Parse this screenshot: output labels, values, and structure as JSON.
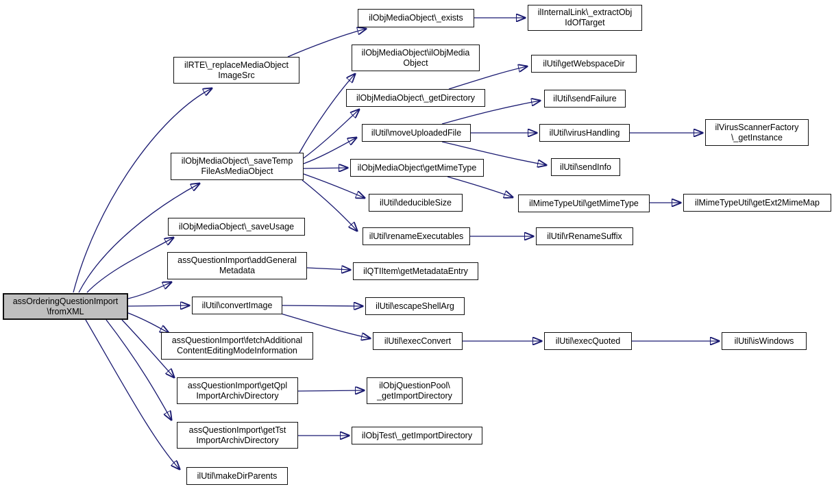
{
  "diagram": {
    "type": "call-graph",
    "colors": {
      "background": "#ffffff",
      "node_fill": "#ffffff",
      "node_border": "#101010",
      "root_fill": "#bfbfbf",
      "edge": "#191970"
    },
    "nodes": [
      {
        "id": "fromXML",
        "label": "assOrderingQuestionImport\n\\fromXML",
        "root": true
      },
      {
        "id": "replaceMediaObjectImageSrc",
        "label": "ilRTE\\_replaceMediaObject\nImageSrc"
      },
      {
        "id": "exists",
        "label": "ilObjMediaObject\\_exists"
      },
      {
        "id": "extractObjIdOfTarget",
        "label": "ilInternalLink\\_extractObj\nIdOfTarget"
      },
      {
        "id": "ilObjMediaObjectCtor",
        "label": "ilObjMediaObject\\ilObjMedia\nObject"
      },
      {
        "id": "getWebspaceDir",
        "label": "ilUtil\\getWebspaceDir"
      },
      {
        "id": "getDirectory",
        "label": "ilObjMediaObject\\_getDirectory"
      },
      {
        "id": "sendFailure",
        "label": "ilUtil\\sendFailure"
      },
      {
        "id": "moveUploadedFile",
        "label": "ilUtil\\moveUploadedFile"
      },
      {
        "id": "virusHandling",
        "label": "ilUtil\\virusHandling"
      },
      {
        "id": "virusScannerGetInstance",
        "label": "ilVirusScannerFactory\n\\_getInstance"
      },
      {
        "id": "saveTempFileAsMediaObject",
        "label": "ilObjMediaObject\\_saveTemp\nFileAsMediaObject"
      },
      {
        "id": "objGetMimeType",
        "label": "ilObjMediaObject\\getMimeType"
      },
      {
        "id": "sendInfo",
        "label": "ilUtil\\sendInfo"
      },
      {
        "id": "deducibleSize",
        "label": "ilUtil\\deducibleSize"
      },
      {
        "id": "mimeGetMimeType",
        "label": "ilMimeTypeUtil\\getMimeType"
      },
      {
        "id": "getExt2MimeMap",
        "label": "ilMimeTypeUtil\\getExt2MimeMap"
      },
      {
        "id": "saveUsage",
        "label": "ilObjMediaObject\\_saveUsage"
      },
      {
        "id": "renameExecutables",
        "label": "ilUtil\\renameExecutables"
      },
      {
        "id": "rRenameSuffix",
        "label": "ilUtil\\rRenameSuffix"
      },
      {
        "id": "addGeneralMetadata",
        "label": "assQuestionImport\\addGeneral\nMetadata"
      },
      {
        "id": "getMetadataEntry",
        "label": "ilQTIItem\\getMetadataEntry"
      },
      {
        "id": "convertImage",
        "label": "ilUtil\\convertImage"
      },
      {
        "id": "escapeShellArg",
        "label": "ilUtil\\escapeShellArg"
      },
      {
        "id": "fetchAdditionalInfo",
        "label": "assQuestionImport\\fetchAdditional\nContentEditingModeInformation"
      },
      {
        "id": "execConvert",
        "label": "ilUtil\\execConvert"
      },
      {
        "id": "execQuoted",
        "label": "ilUtil\\execQuoted"
      },
      {
        "id": "isWindows",
        "label": "ilUtil\\isWindows"
      },
      {
        "id": "getQplImportArchivDirectory",
        "label": "assQuestionImport\\getQpl\nImportArchivDirectory"
      },
      {
        "id": "poolGetImportDirectory",
        "label": "ilObjQuestionPool\\\n_getImportDirectory"
      },
      {
        "id": "getTstImportArchivDirectory",
        "label": "assQuestionImport\\getTst\nImportArchivDirectory"
      },
      {
        "id": "testGetImportDirectory",
        "label": "ilObjTest\\_getImportDirectory"
      },
      {
        "id": "makeDirParents",
        "label": "ilUtil\\makeDirParents"
      }
    ],
    "edges": [
      {
        "from": "fromXML",
        "to": "replaceMediaObjectImageSrc"
      },
      {
        "from": "fromXML",
        "to": "saveTempFileAsMediaObject"
      },
      {
        "from": "fromXML",
        "to": "saveUsage"
      },
      {
        "from": "fromXML",
        "to": "addGeneralMetadata"
      },
      {
        "from": "fromXML",
        "to": "convertImage"
      },
      {
        "from": "fromXML",
        "to": "fetchAdditionalInfo"
      },
      {
        "from": "fromXML",
        "to": "getQplImportArchivDirectory"
      },
      {
        "from": "fromXML",
        "to": "getTstImportArchivDirectory"
      },
      {
        "from": "fromXML",
        "to": "makeDirParents"
      },
      {
        "from": "replaceMediaObjectImageSrc",
        "to": "exists"
      },
      {
        "from": "exists",
        "to": "extractObjIdOfTarget"
      },
      {
        "from": "saveTempFileAsMediaObject",
        "to": "ilObjMediaObjectCtor"
      },
      {
        "from": "saveTempFileAsMediaObject",
        "to": "getDirectory"
      },
      {
        "from": "saveTempFileAsMediaObject",
        "to": "moveUploadedFile"
      },
      {
        "from": "saveTempFileAsMediaObject",
        "to": "objGetMimeType"
      },
      {
        "from": "saveTempFileAsMediaObject",
        "to": "deducibleSize"
      },
      {
        "from": "saveTempFileAsMediaObject",
        "to": "renameExecutables"
      },
      {
        "from": "getDirectory",
        "to": "getWebspaceDir"
      },
      {
        "from": "moveUploadedFile",
        "to": "sendFailure"
      },
      {
        "from": "moveUploadedFile",
        "to": "virusHandling"
      },
      {
        "from": "moveUploadedFile",
        "to": "sendInfo"
      },
      {
        "from": "virusHandling",
        "to": "virusScannerGetInstance"
      },
      {
        "from": "objGetMimeType",
        "to": "mimeGetMimeType"
      },
      {
        "from": "mimeGetMimeType",
        "to": "getExt2MimeMap"
      },
      {
        "from": "renameExecutables",
        "to": "rRenameSuffix"
      },
      {
        "from": "addGeneralMetadata",
        "to": "getMetadataEntry"
      },
      {
        "from": "convertImage",
        "to": "escapeShellArg"
      },
      {
        "from": "convertImage",
        "to": "execConvert"
      },
      {
        "from": "execConvert",
        "to": "execQuoted"
      },
      {
        "from": "execQuoted",
        "to": "isWindows"
      },
      {
        "from": "getQplImportArchivDirectory",
        "to": "poolGetImportDirectory"
      },
      {
        "from": "getTstImportArchivDirectory",
        "to": "testGetImportDirectory"
      }
    ]
  }
}
